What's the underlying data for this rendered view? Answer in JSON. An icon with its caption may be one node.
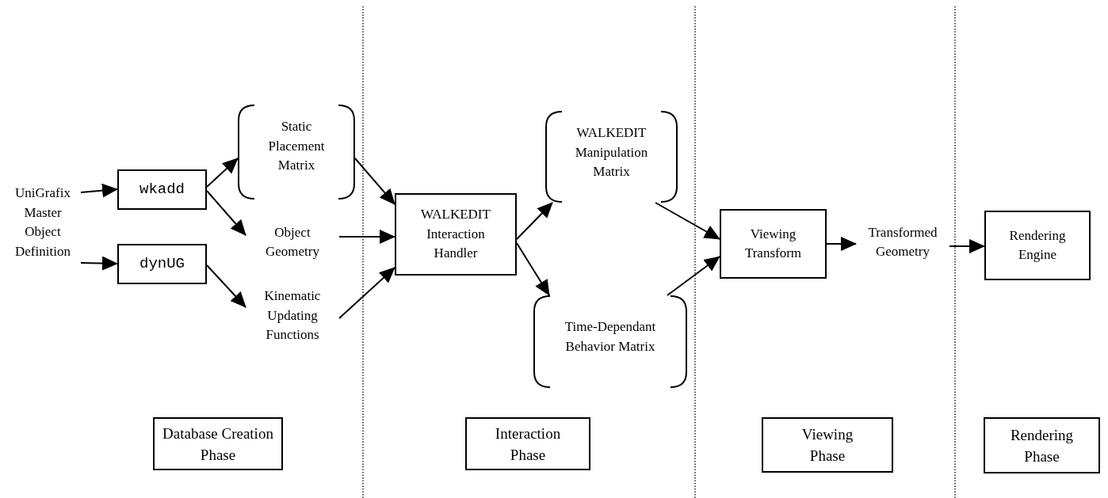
{
  "diagram": {
    "nodes": [
      {
        "text": [
          "UniGrafix Master Object Definition"
        ]
      },
      {
        "text": [
          "wkadd"
        ]
      },
      {
        "text": [
          "dynUG"
        ]
      },
      {
        "text": [
          "Static Placement Matrix"
        ]
      },
      {
        "text": [
          "Object Geometry"
        ]
      },
      {
        "text": [
          "Kinematic Updating Functions"
        ]
      },
      {
        "text": [
          "WALKEDIT Interaction Handler"
        ]
      },
      {
        "text": [
          "WALKEDIT Manipulation Matrix"
        ]
      },
      {
        "text": [
          "Time-Dependant Behavior Matrix"
        ]
      },
      {
        "text": [
          "Viewing Transform"
        ]
      },
      {
        "text": [
          "Transformed Geometry"
        ]
      },
      {
        "text": [
          "Rendering Engine"
        ]
      },
      {
        "text": [
          "Database Creation Phase"
        ]
      },
      {
        "text": [
          "Interaction Phase"
        ]
      },
      {
        "text": [
          "Viewing Phase"
        ]
      },
      {
        "text": [
          "Rendering Phase"
        ]
      }
    ],
    "edges": [
      {
        "from": 0,
        "to": 1,
        "arrow": "to"
      },
      {
        "from": 0,
        "to": 2,
        "arrow": "to"
      },
      {
        "from": 1,
        "to": 3,
        "arrow": "to"
      },
      {
        "from": 1,
        "to": 4,
        "arrow": "to"
      },
      {
        "from": 2,
        "to": 5,
        "arrow": "to"
      },
      {
        "from": 3,
        "to": 6,
        "arrow": "to"
      },
      {
        "from": 4,
        "to": 6,
        "arrow": "to"
      },
      {
        "from": 5,
        "to": 6,
        "arrow": "to"
      },
      {
        "from": 6,
        "to": 7,
        "arrow": "to"
      },
      {
        "from": 6,
        "to": 8,
        "arrow": "to"
      },
      {
        "from": 7,
        "to": 9,
        "arrow": "to"
      },
      {
        "from": 8,
        "to": 9,
        "arrow": "to"
      },
      {
        "from": 9,
        "to": 10,
        "arrow": "to"
      },
      {
        "from": 10,
        "to": 11,
        "arrow": "to"
      }
    ]
  }
}
